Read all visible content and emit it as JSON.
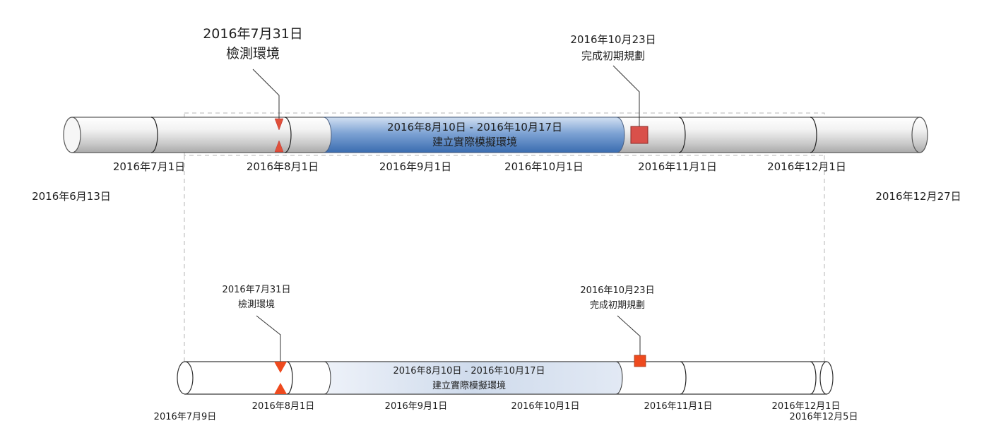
{
  "main_timeline": {
    "start_label": "2016年6月13日",
    "end_label": "2016年12月27日",
    "month_ticks": [
      "2016年7月1日",
      "2016年8月1日",
      "2016年9月1日",
      "2016年10月1日",
      "2016年11月1日",
      "2016年12月1日"
    ],
    "interval": {
      "date_range": "2016年8月10日 - 2016年10月17日",
      "title": "建立實際模擬環境",
      "color": "#4a7fc0"
    },
    "milestones": [
      {
        "date": "2016年7月31日",
        "title": "檢測環境",
        "shape": "triangle",
        "color": "#e0503a"
      },
      {
        "date": "2016年10月23日",
        "title": "完成初期規劃",
        "shape": "square",
        "color": "#d9504a"
      }
    ]
  },
  "zoom_timeline": {
    "start_label": "2016年7月9日",
    "end_label": "2016年12月5日",
    "month_ticks": [
      "2016年8月1日",
      "2016年9月1日",
      "2016年10月1日",
      "2016年11月1日",
      "2016年12月1日"
    ],
    "interval": {
      "date_range": "2016年8月10日 - 2016年10月17日",
      "title": "建立實際模擬環境",
      "color": "#c9d6ea"
    },
    "milestones": [
      {
        "date": "2016年7月31日",
        "title": "檢測環境",
        "shape": "triangle",
        "color": "#ee4a1e"
      },
      {
        "date": "2016年10月23日",
        "title": "完成初期規劃",
        "shape": "square",
        "color": "#ee4a1e"
      }
    ]
  }
}
